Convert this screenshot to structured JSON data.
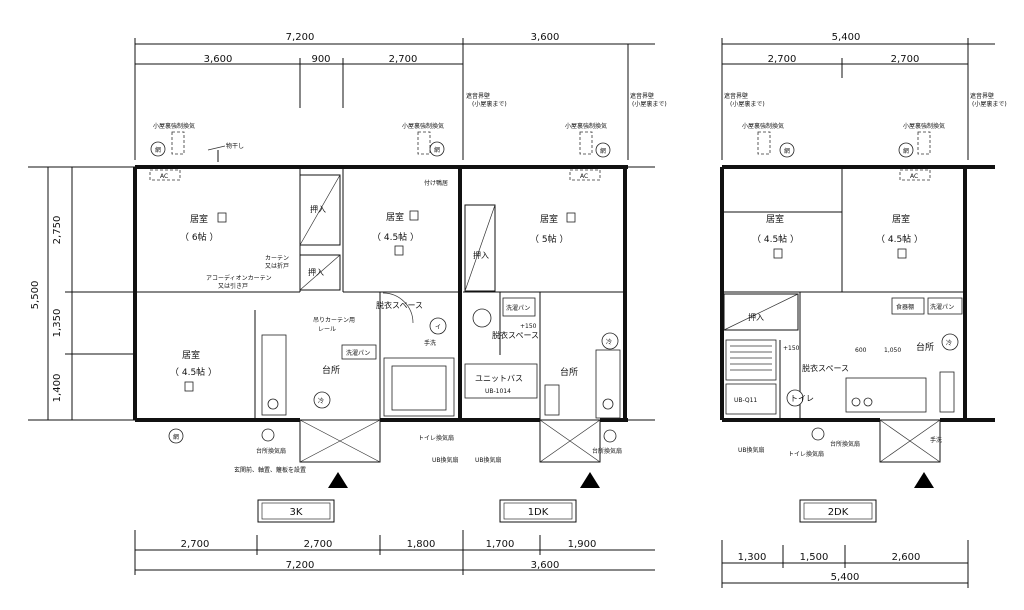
{
  "dims": {
    "left_top_total": "7,200",
    "left_top_a": "3,600",
    "left_top_b": "900",
    "left_top_c": "2,700",
    "mid_top_total": "3,600",
    "left_vert_total": "5,500",
    "left_vert_a": "2,750",
    "left_vert_b": "1,350",
    "left_vert_c": "1,400",
    "left_bot_a": "2,700",
    "left_bot_b": "2,700",
    "left_bot_c": "1,800",
    "left_bot_total": "7,200",
    "mid_bot_a": "1,700",
    "mid_bot_b": "1,900",
    "mid_bot_total": "3,600",
    "right_top_total": "5,400",
    "right_top_a": "2,700",
    "right_top_b": "2,700",
    "right_bot_a": "1,300",
    "right_bot_b": "1,500",
    "right_bot_c": "2,600",
    "right_bot_total": "5,400"
  },
  "notes": {
    "sound_wall": "遮音界壁",
    "sound_wall_sub": "(小屋裏まで)",
    "attic_vent": "小屋裏強制換気",
    "drying": "物干し",
    "net": "網",
    "ac": "AC",
    "tatami_mark": "6",
    "ceiling_rail": "付け鴨居",
    "curtain": "カーテン",
    "curtain_sub": "又は折戸",
    "accordion": "アコーディオンカーテン",
    "accordion_sub": "又は引き戸",
    "rail": "吊りカーテン用",
    "rail_sub": "レール",
    "entrance_note": "玄関前、軸置、籬板を設置",
    "kitchen_vent": "台所換気扇",
    "toilet_vent": "トイレ換気扇",
    "ub_vent": "UB換気扇",
    "h150": "+150",
    "dim600": "600",
    "dim1050": "1,050",
    "ub1014": "UB-1014"
  },
  "plan_3k": {
    "label": "3K",
    "room_tl": "居室",
    "room_tl_size": "（ 6帖 ）",
    "room_tr": "居室",
    "room_tr_size": "（ 4.5帖 ）",
    "room_bl": "居室",
    "room_bl_size": "（ 4.5帖 ）",
    "closet": "押入",
    "dressing": "脱衣スペース",
    "kitchen": "台所",
    "toilet": "イ",
    "washbasin": "手洗",
    "fridge": "冷",
    "washer": "洗濯パン"
  },
  "plan_1dk": {
    "label": "1DK",
    "room": "居室",
    "room_size": "（ 5帖 ）",
    "closet": "押入",
    "dressing": "脱衣スペース",
    "kitchen": "台所",
    "bath": "ユニットバス",
    "washer": "洗濯パン",
    "fridge": "冷"
  },
  "plan_2dk": {
    "label": "2DK",
    "room_l": "居室",
    "room_l_size": "（ 4.5帖 ）",
    "room_r": "居室",
    "room_r_size": "（ 4.5帖 ）",
    "closet": "押入",
    "dressing": "脱衣スペース",
    "kitchen": "台所",
    "toilet": "トイレ",
    "ub": "UB-Q11",
    "dining": "食器棚",
    "washer": "洗濯パン",
    "washbasin": "手洗",
    "fridge": "冷"
  }
}
